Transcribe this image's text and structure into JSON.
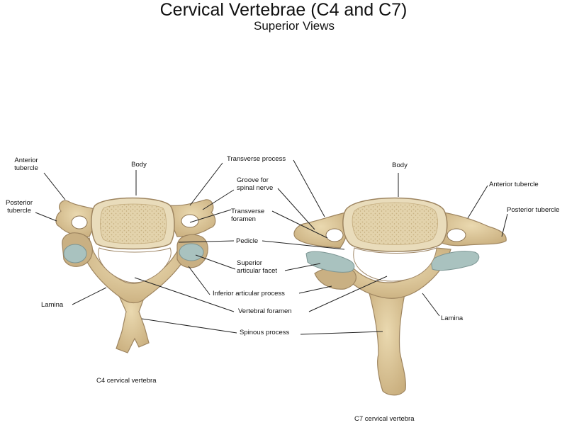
{
  "header": {
    "title": "Cervical Vertebrae (C4 and C7)",
    "subtitle": "Superior Views"
  },
  "labels": {
    "c4_anterior_tubercle": "Anterior\ntubercle",
    "c4_posterior_tubercle": "Posterior\ntubercle",
    "c4_body": "Body",
    "c4_lamina": "Lamina",
    "transverse_process": "Transverse process",
    "groove_spinal_nerve": "Groove for\nspinal nerve",
    "transverse_foramen": "Transverse\nforamen",
    "pedicle": "Pedicle",
    "superior_articular_facet": "Superior\narticular facet",
    "inferior_articular_process": "Inferior articular process",
    "vertebral_foramen": "Vertebral foramen",
    "spinous_process": "Spinous process",
    "c7_body": "Body",
    "c7_anterior_tubercle": "Anterior tubercle",
    "c7_posterior_tubercle": "Posterior tubercle",
    "c7_lamina": "Lamina"
  },
  "captions": {
    "c4": "C4 cervical vertebra",
    "c7": "C7 cervical vertebra"
  },
  "colors": {
    "bone": "#d9c49a",
    "bone_dark": "#a8906a",
    "body_surface": "#e6d9b8",
    "facet": "#a9c2bf",
    "leader": "#222222"
  }
}
